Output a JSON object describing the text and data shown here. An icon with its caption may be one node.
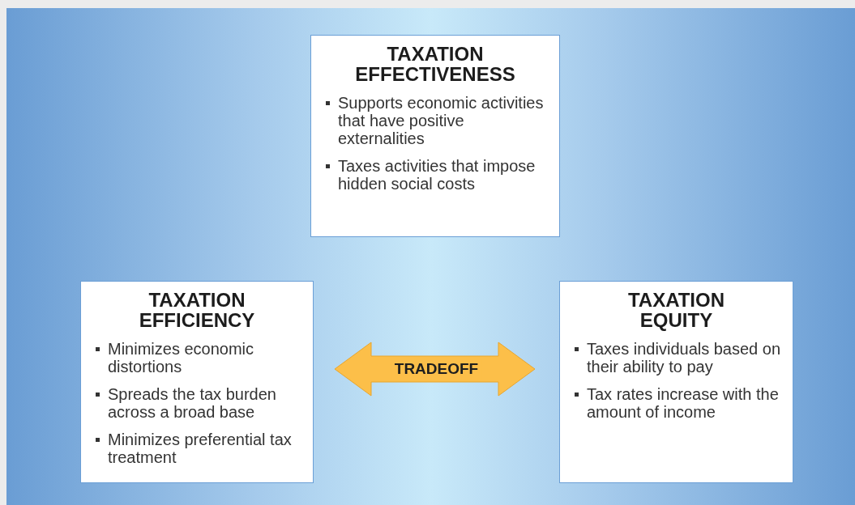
{
  "diagram": {
    "nodes": [
      {
        "text": [
          "TAXATION EFFECTIVENESS",
          "Supports economic activities that have positive externalities",
          "Taxes activities that impose hidden social costs"
        ]
      },
      {
        "text": [
          "TAXATION EFFICIENCY",
          "Minimizes economic distortions",
          "Spreads the tax burden across a broad base",
          "Minimizes preferential tax treatment"
        ]
      },
      {
        "text": [
          "TAXATION EQUITY",
          "Taxes individuals based on their ability to pay",
          "Tax rates increase with the amount of income"
        ]
      }
    ],
    "edges": [
      {
        "from": 1,
        "to": 2,
        "arrow": "both",
        "label": "TRADEOFF"
      }
    ]
  }
}
